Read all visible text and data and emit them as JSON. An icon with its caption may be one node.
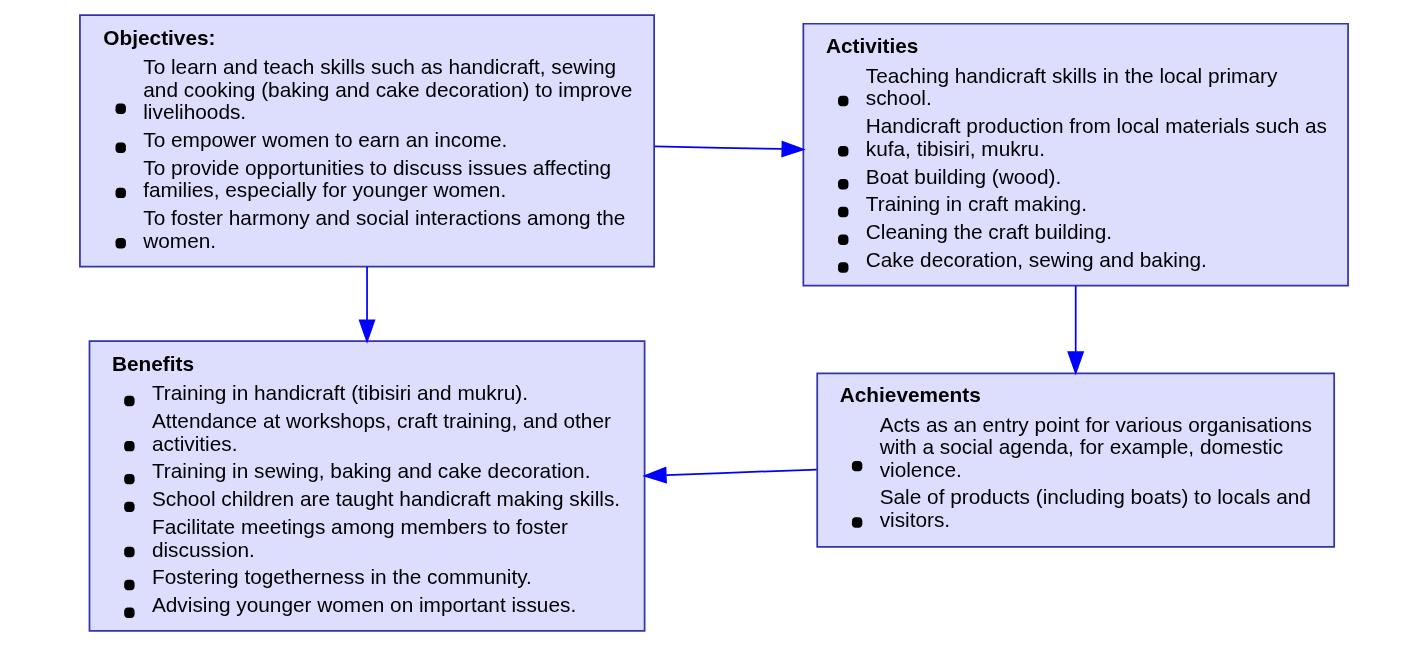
{
  "diagram": {
    "nodes": [
      {
        "text": [
          "Objectives:",
          "To learn and teach skills such as handicraft, sewing and cooking (baking and cake decoration) to improve livelihoods.",
          "To empower women to earn an income.",
          "To provide opportunities to discuss issues affecting families, especially for younger women.",
          "To foster harmony and social interactions among the women."
        ]
      },
      {
        "text": [
          "Activities",
          "Teaching handicraft skills in the local primary school.",
          "Handicraft production from local materials such as kufa, tibisiri, mukru.",
          "Boat building (wood).",
          "Training in craft making.",
          "Cleaning the craft building.",
          "Cake decoration, sewing and baking."
        ]
      },
      {
        "text": [
          "Benefits",
          "Training in handicraft (tibisiri and mukru).",
          "Attendance at workshops, craft training, and other activities.",
          "Training in sewing, baking and cake decoration.",
          "School children are taught handicraft making skills.",
          "Facilitate meetings among members to foster discussion.",
          "Fostering togetherness in the community.",
          "Advising younger women on important issues."
        ]
      },
      {
        "text": [
          "Achievements",
          "Acts as an entry point for various organisations with a social agenda, for example, domestic violence.",
          "Sale of products (including boats) to locals and visitors."
        ]
      }
    ],
    "edges": [
      {
        "from": 0,
        "to": 1,
        "arrow": "to"
      },
      {
        "from": 0,
        "to": 2,
        "arrow": "to"
      },
      {
        "from": 1,
        "to": 3,
        "arrow": "to"
      },
      {
        "from": 3,
        "to": 2,
        "arrow": "to"
      }
    ]
  }
}
